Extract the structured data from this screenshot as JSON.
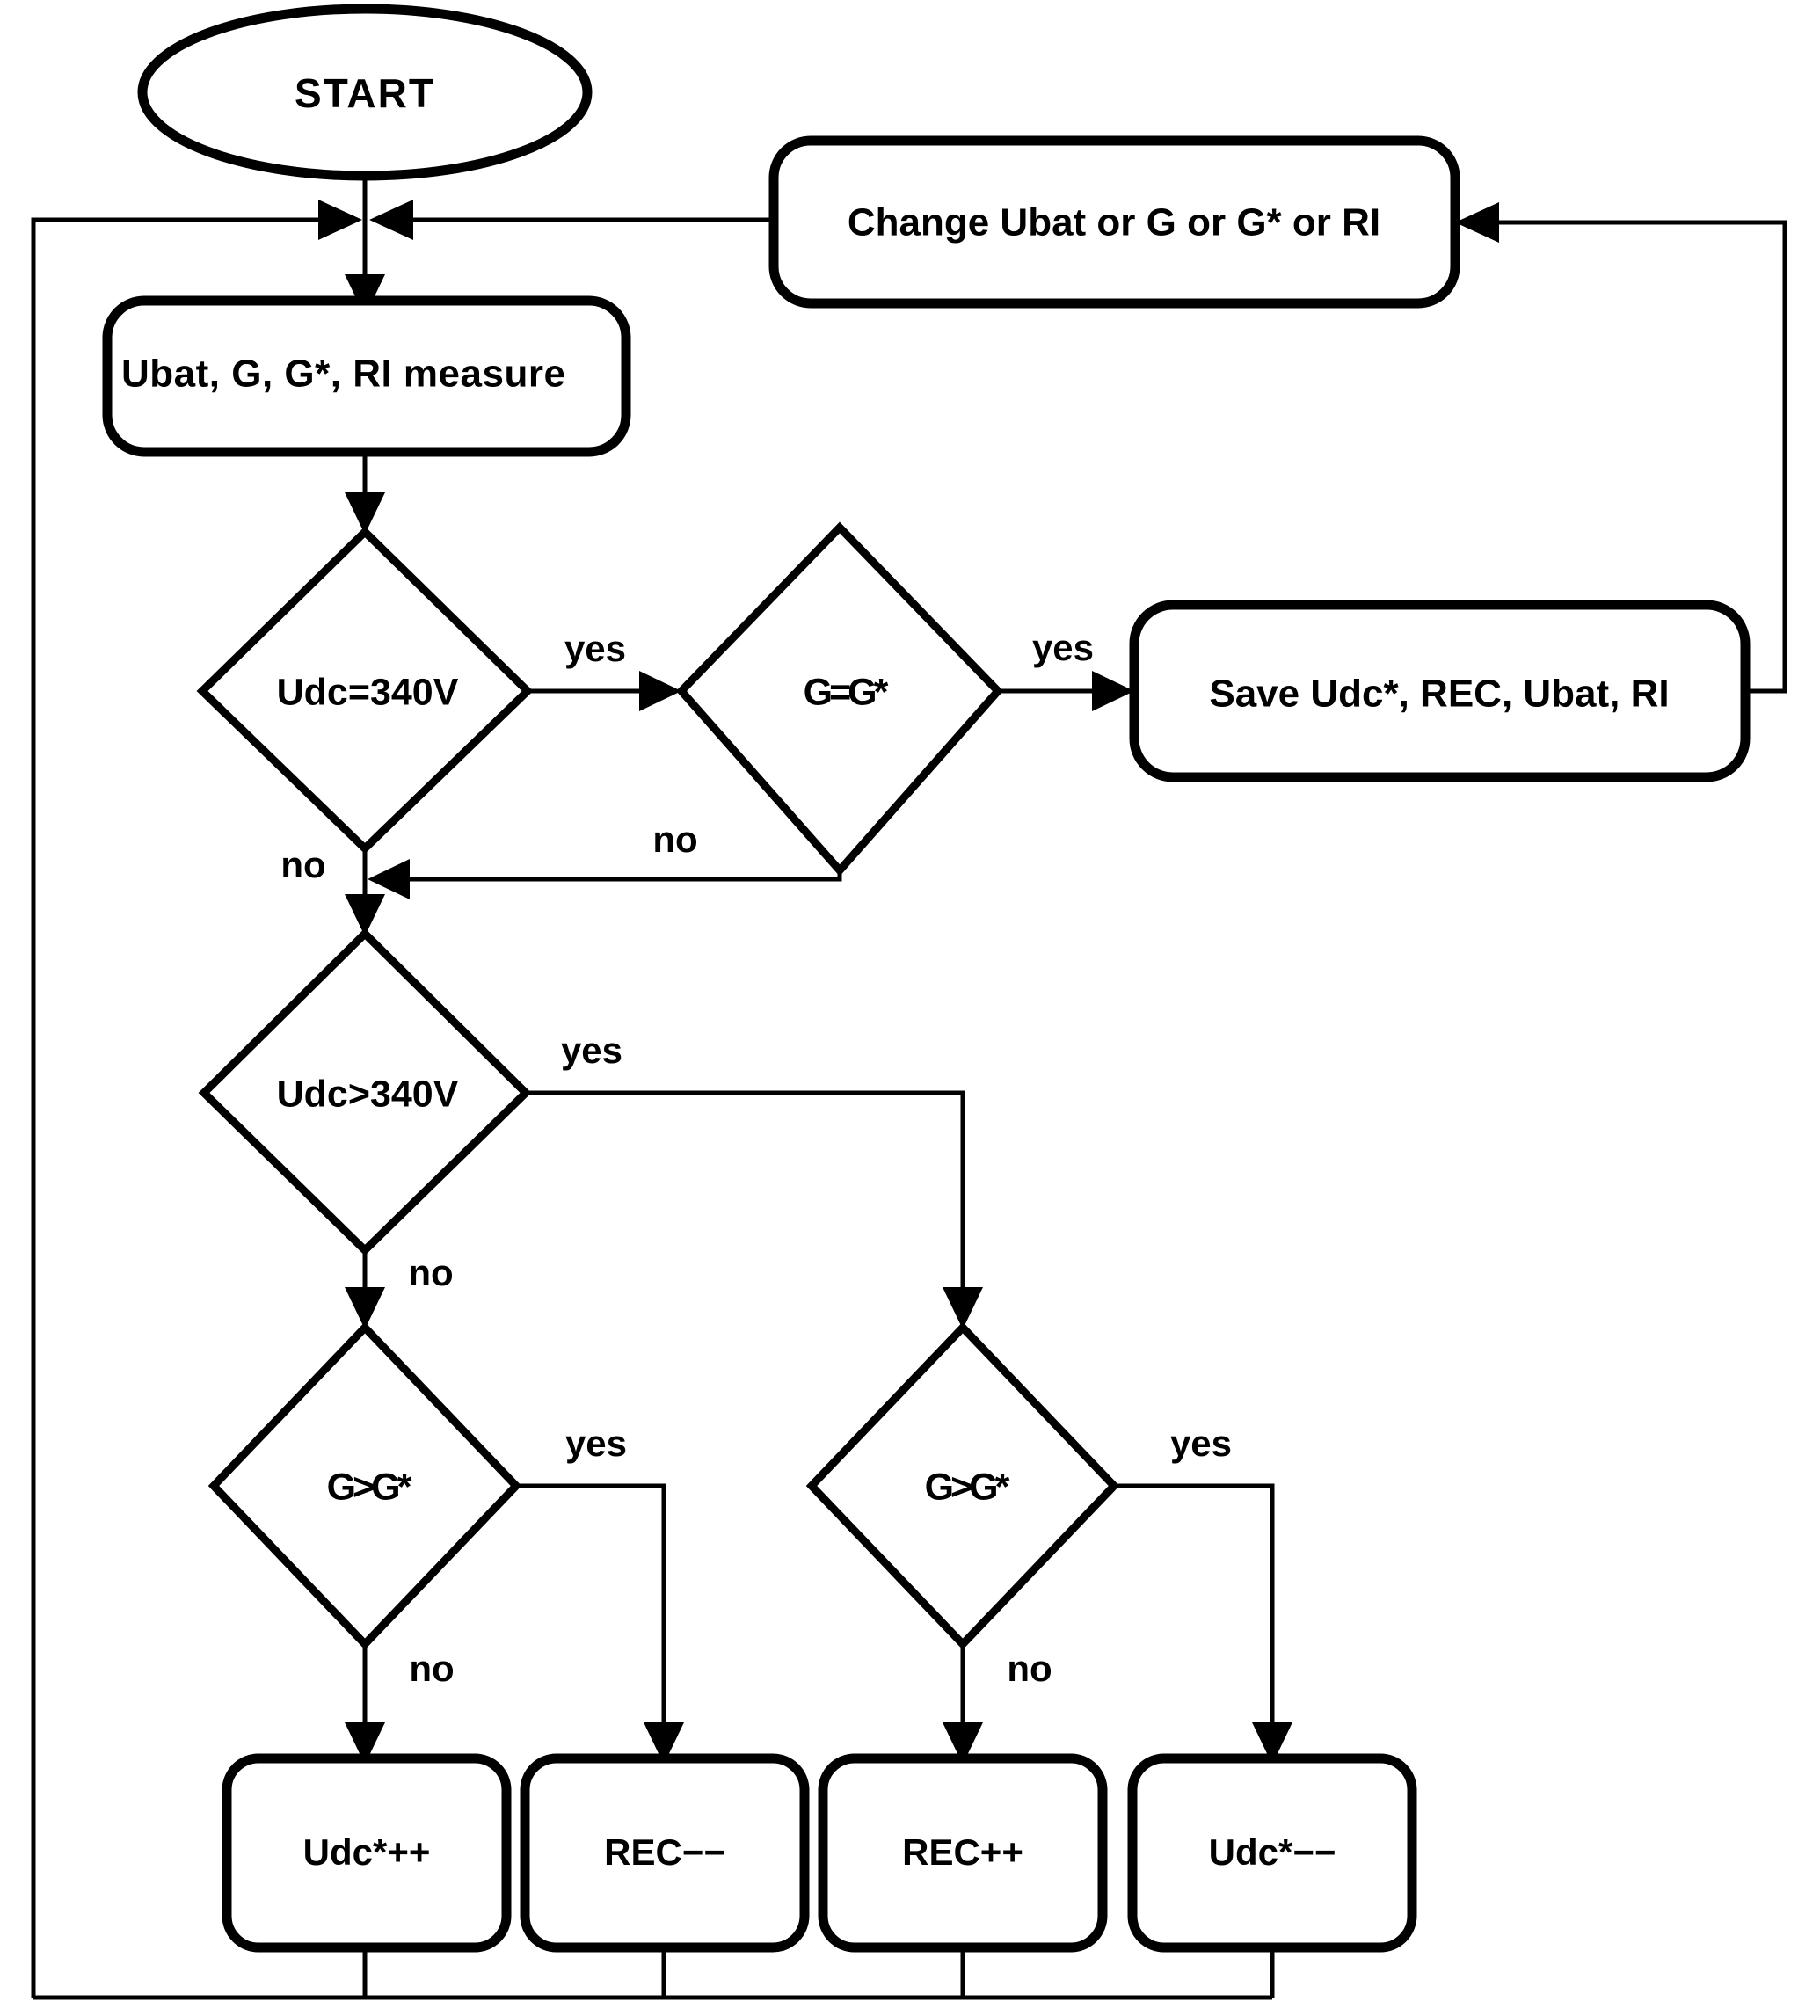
{
  "diagram": {
    "title": "Battery charge control flowchart",
    "background_color": "#ffffff",
    "stroke_color": "#000000",
    "nodes": {
      "start": {
        "label": "START",
        "shape": "ellipse"
      },
      "change_params": {
        "label": "Change Ubat or G or G* or RI",
        "shape": "rounded-rect"
      },
      "measure": {
        "label": "Ubat, G, G*, RI measure",
        "shape": "rounded-rect"
      },
      "decision_udc_eq": {
        "label": "Udc=340V",
        "shape": "diamond"
      },
      "decision_g_eq": {
        "label": "G=G*",
        "shape": "diamond"
      },
      "save": {
        "label": "Save Udc*, REC,  Ubat, RI",
        "shape": "rounded-rect"
      },
      "decision_udc_gt": {
        "label": "Udc>340V",
        "shape": "diamond"
      },
      "decision_g_gt_left": {
        "label": "G>G*",
        "shape": "diamond"
      },
      "decision_g_gt_right": {
        "label": "G>G*",
        "shape": "diamond"
      },
      "action_udc_inc": {
        "label": "Udc*++",
        "shape": "rounded-rect"
      },
      "action_rec_dec": {
        "label": "REC−−",
        "shape": "rounded-rect"
      },
      "action_rec_inc": {
        "label": "REC++",
        "shape": "rounded-rect"
      },
      "action_udc_dec": {
        "label": "Udc*−−",
        "shape": "rounded-rect"
      }
    },
    "edge_labels": {
      "udc_eq_yes": "yes",
      "udc_eq_no": "no",
      "g_eq_yes": "yes",
      "g_eq_no": "no",
      "udc_gt_yes": "yes",
      "udc_gt_no": "no",
      "g_gt_left_yes": "yes",
      "g_gt_left_no": "no",
      "g_gt_right_yes": "yes",
      "g_gt_right_no": "no"
    }
  }
}
